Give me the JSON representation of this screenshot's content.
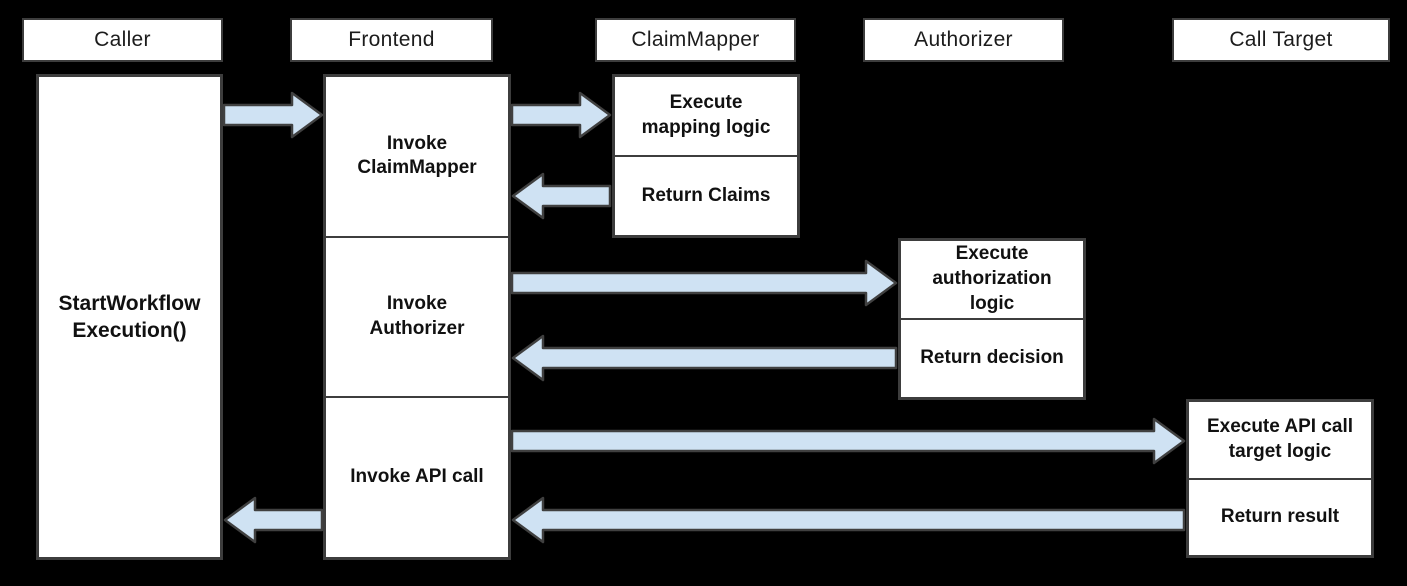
{
  "colors": {
    "background": "#000000",
    "box_fill": "#ffffff",
    "box_border": "#3d3d3d",
    "arrow_fill": "#cfe2f3",
    "arrow_border": "#404040",
    "text": "#1c1c1c"
  },
  "lifelines": {
    "caller": {
      "header": "Caller",
      "activation_label": "StartWorkflow\nExecution()"
    },
    "frontend": {
      "header": "Frontend",
      "steps": [
        "Invoke\nClaimMapper",
        "Invoke\nAuthorizer",
        "Invoke API call"
      ]
    },
    "claim_mapper": {
      "header": "ClaimMapper",
      "steps": [
        "Execute\nmapping logic",
        "Return Claims"
      ]
    },
    "authorizer": {
      "header": "Authorizer",
      "steps": [
        "Execute\nauthorization\nlogic",
        "Return decision"
      ]
    },
    "call_target": {
      "header": "Call Target",
      "steps": [
        "Execute API call\ntarget logic",
        "Return result"
      ]
    }
  },
  "arrows": [
    {
      "name": "caller-to-frontend",
      "from": "Caller",
      "to": "Frontend",
      "direction": "right"
    },
    {
      "name": "frontend-to-claimmapper",
      "from": "Frontend",
      "to": "ClaimMapper",
      "direction": "right"
    },
    {
      "name": "claimmapper-to-frontend",
      "from": "ClaimMapper",
      "to": "Frontend",
      "direction": "left"
    },
    {
      "name": "frontend-to-authorizer",
      "from": "Frontend",
      "to": "Authorizer",
      "direction": "right"
    },
    {
      "name": "authorizer-to-frontend",
      "from": "Authorizer",
      "to": "Frontend",
      "direction": "left"
    },
    {
      "name": "frontend-to-calltarget",
      "from": "Frontend",
      "to": "Call Target",
      "direction": "right"
    },
    {
      "name": "calltarget-to-frontend",
      "from": "Call Target",
      "to": "Frontend",
      "direction": "left"
    },
    {
      "name": "frontend-to-caller",
      "from": "Frontend",
      "to": "Caller",
      "direction": "left"
    }
  ]
}
